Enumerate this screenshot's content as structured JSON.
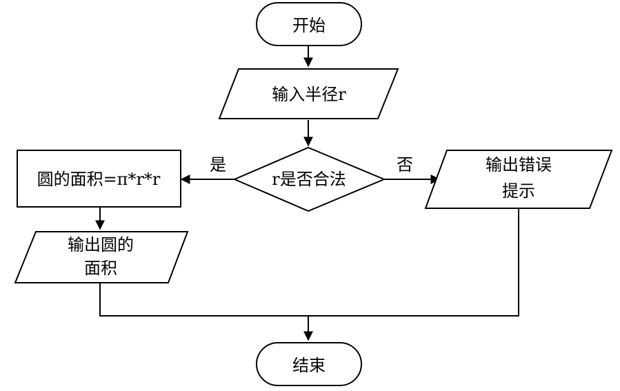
{
  "flowchart": {
    "start": "开始",
    "input": "输入半径r",
    "decision": "r是否合法",
    "yes_label": "是",
    "no_label": "否",
    "compute": "圆的面积=π*r*r",
    "output_area_line1": "输出圆的",
    "output_area_line2": "面积",
    "error_line1": "输出错误",
    "error_line2": "提示",
    "end": "结束"
  }
}
